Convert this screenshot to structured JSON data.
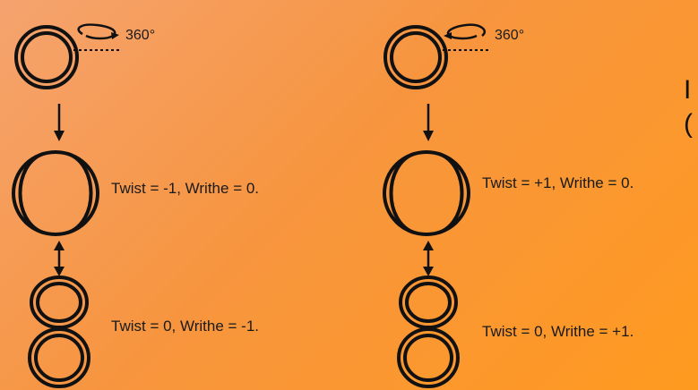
{
  "colors": {
    "background_start": "#f5a36f",
    "background_end": "#ff9a1f",
    "ink": "#111111"
  },
  "left_panel": {
    "rotation_label": "360°",
    "state_1_label": "Twist = -1, Writhe = 0.",
    "state_2_label": "Twist = 0, Writhe = -1."
  },
  "right_panel": {
    "rotation_label": "360°",
    "state_1_label": "Twist = +1, Writhe = 0.",
    "state_2_label": "Twist = 0, Writhe = +1."
  },
  "edge_text": {
    "line_1": "I",
    "line_2": "("
  }
}
